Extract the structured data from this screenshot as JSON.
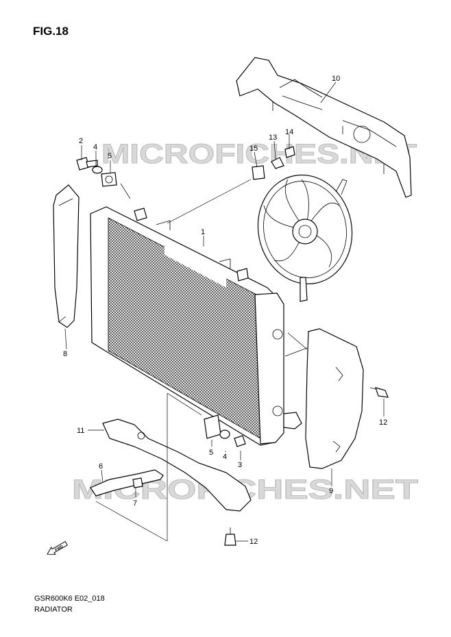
{
  "figure": {
    "title": "FIG.18"
  },
  "footer": {
    "code": "GSR600K6 E02_018",
    "name": "RADIATOR"
  },
  "watermarks": [
    "MICROFICHES.NET",
    "MICROFICHES.NET"
  ],
  "badge": {
    "fwd": "FWD"
  },
  "callouts": {
    "c1": "1",
    "c2": "2",
    "c3": "3",
    "c4": "4",
    "c4b": "4",
    "c5": "5",
    "c5b": "5",
    "c6": "6",
    "c7": "7",
    "c8": "8",
    "c9": "9",
    "c10": "10",
    "c11": "11",
    "c12a": "12",
    "c12b": "12",
    "c13": "13",
    "c14": "14",
    "c15": "15"
  },
  "colors": {
    "line": "#000000",
    "watermark": "#d9d9d9",
    "background": "#ffffff"
  },
  "icons": {
    "forward_arrow": "fwd-arrow-icon"
  }
}
